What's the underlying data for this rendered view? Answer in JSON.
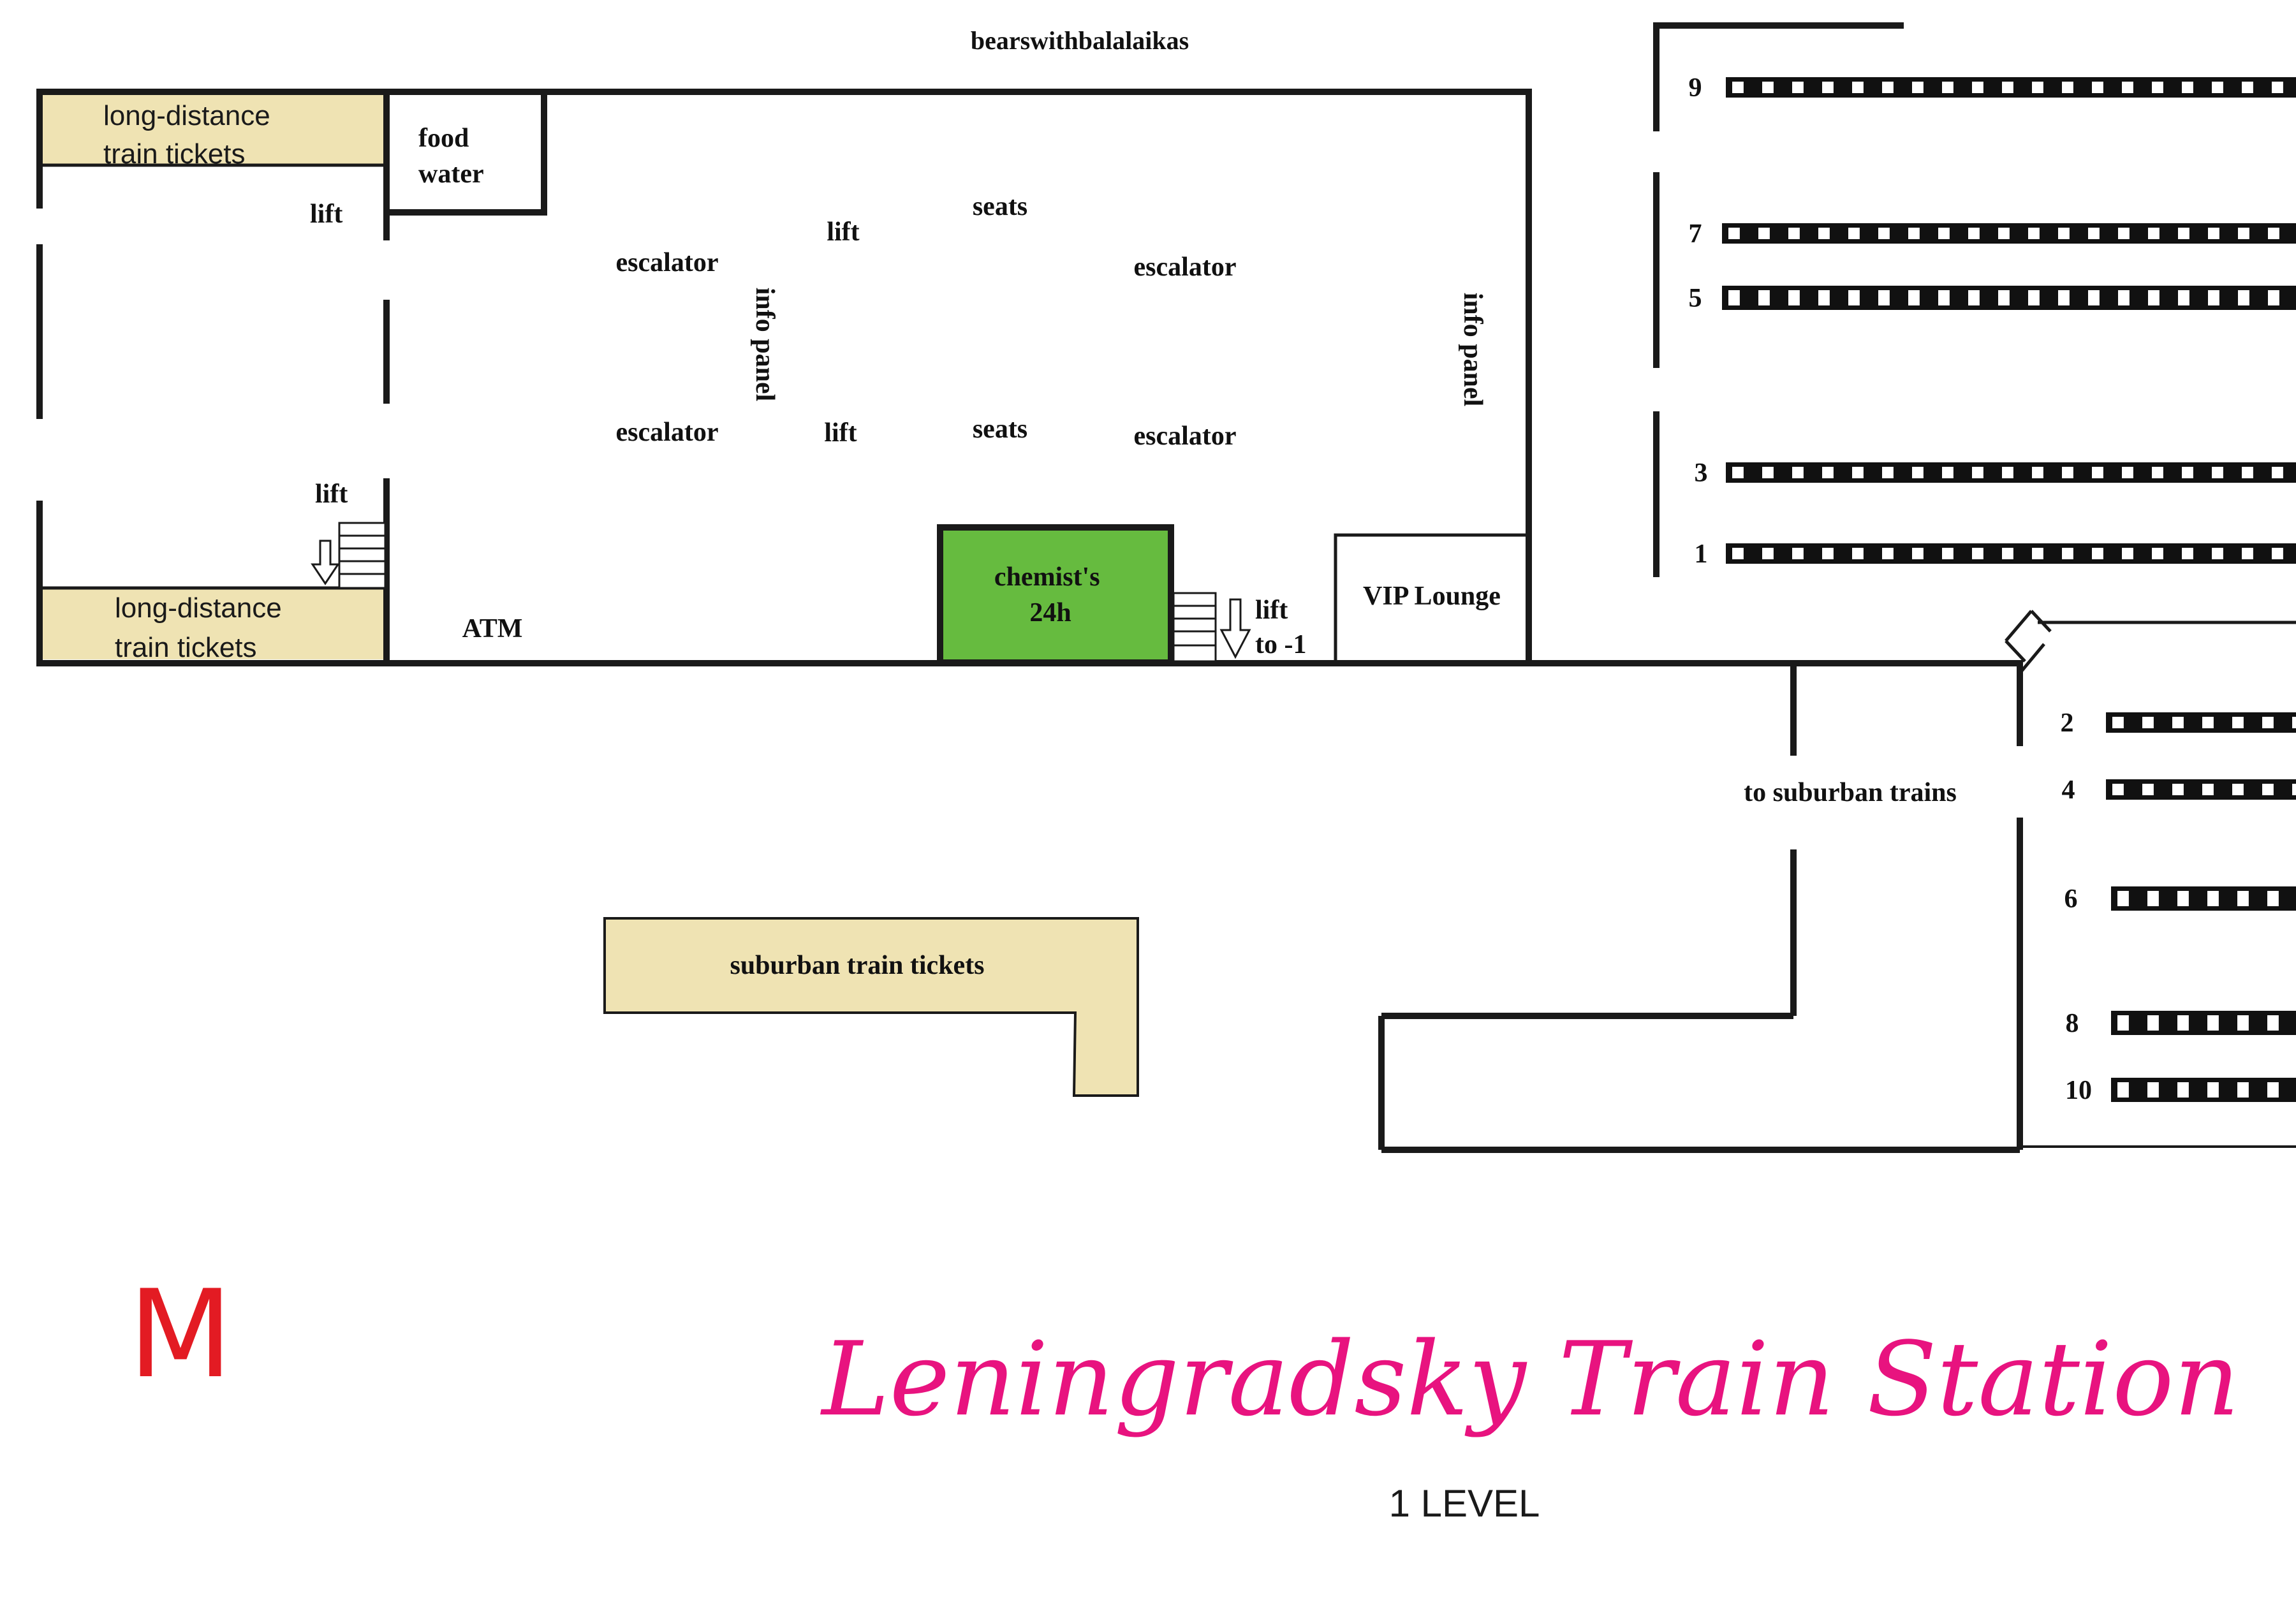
{
  "watermark": "bearswithbalalaikas",
  "colors": {
    "wall": "#1a1a1a",
    "ticket_fill": "#efe3b3",
    "pharmacy_fill": "#66bb3f",
    "title": "#e8137f",
    "metro": "#e31b23"
  },
  "labels": {
    "ld_tickets_top": [
      "long-distance",
      "train tickets"
    ],
    "ld_tickets_bottom": [
      "long-distance",
      "train tickets"
    ],
    "food": "food",
    "water": "water",
    "lift_left_top": "lift",
    "lift_left_bottom": "lift",
    "escalator_1": "escalator",
    "escalator_2": "escalator",
    "escalator_3": "escalator",
    "escalator_4": "escalator",
    "lift_center_top": "lift",
    "lift_center_bottom": "lift",
    "seats_top": "seats",
    "seats_bottom": "seats",
    "info_panel_left": "info panel",
    "info_panel_right": "info panel",
    "chemist": [
      "chemist's",
      "24h"
    ],
    "lift_to_minus1": [
      "lift",
      "to -1"
    ],
    "vip_lounge": "VIP Lounge",
    "atm": "ATM",
    "suburban_tickets": "suburban train tickets",
    "to_suburban": "to suburban trains"
  },
  "platforms_upper": [
    "9",
    "7",
    "5",
    "3",
    "1"
  ],
  "platforms_lower": [
    "2",
    "4",
    "6",
    "8",
    "10"
  ],
  "metro_symbol": "M",
  "station_name": "Leningradsky Train Station",
  "level": "1 LEVEL",
  "icons": {
    "stairs": "stairs-icon",
    "arrow": "arrow-down-icon"
  }
}
